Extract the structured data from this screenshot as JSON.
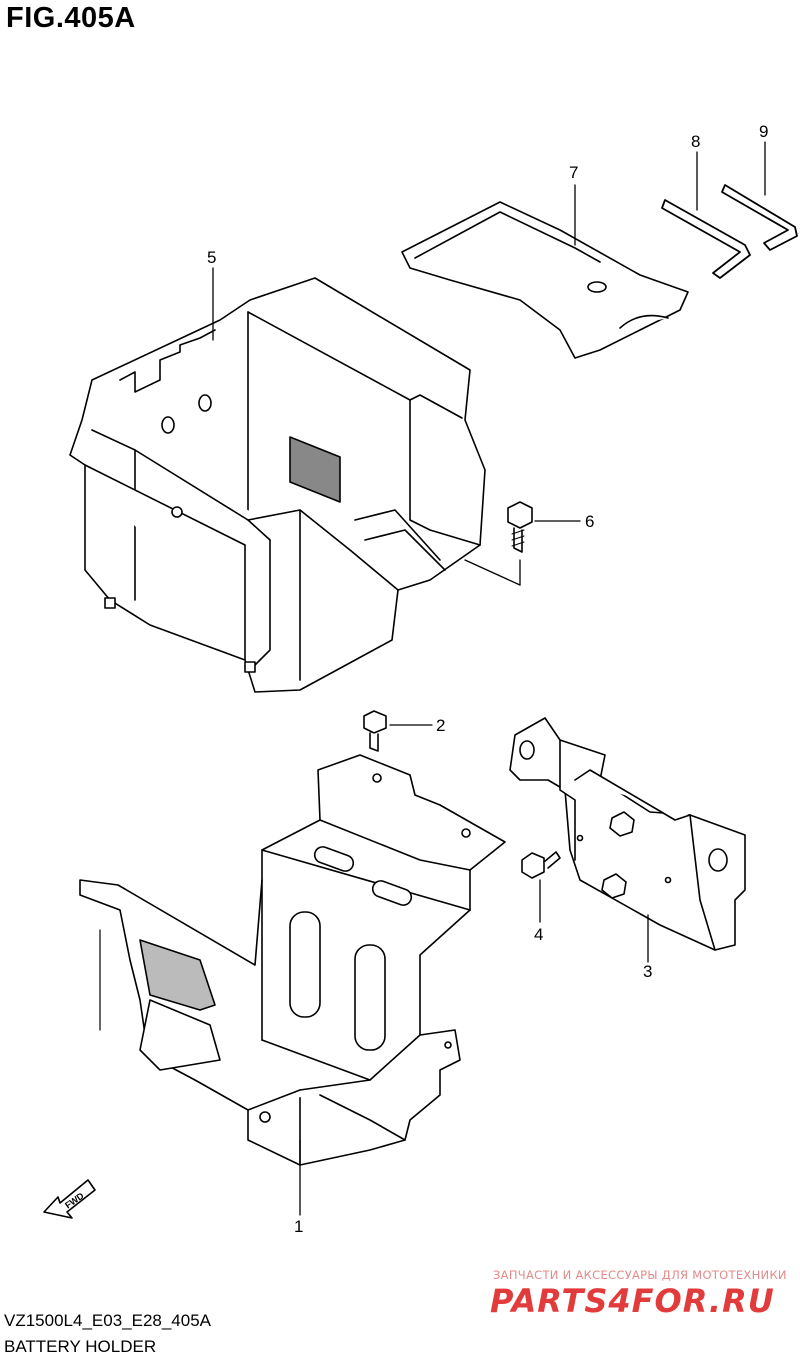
{
  "figure": {
    "title": "FIG.405A"
  },
  "callouts": [
    {
      "number": "1",
      "part": "battery-holder-bracket"
    },
    {
      "number": "2",
      "part": "bolt"
    },
    {
      "number": "3",
      "part": "side-bracket"
    },
    {
      "number": "4",
      "part": "bolt"
    },
    {
      "number": "5",
      "part": "battery-box"
    },
    {
      "number": "6",
      "part": "bolt"
    },
    {
      "number": "7",
      "part": "battery-cushion"
    },
    {
      "number": "8",
      "part": "hex-wrench"
    },
    {
      "number": "9",
      "part": "hex-wrench"
    }
  ],
  "direction_marker": {
    "label": "FWD"
  },
  "footer": {
    "code": "VZ1500L4_E03_E28_405A",
    "name": "BATTERY HOLDER"
  },
  "watermark": {
    "tagline": "ЗАПЧАСТИ И АКСЕССУАРЫ ДЛЯ МОТОТЕХНИКИ",
    "brand": "PARTS4FOR.RU"
  },
  "colors": {
    "line": "#000000",
    "background": "#ffffff",
    "watermark": "#e23b3b"
  }
}
